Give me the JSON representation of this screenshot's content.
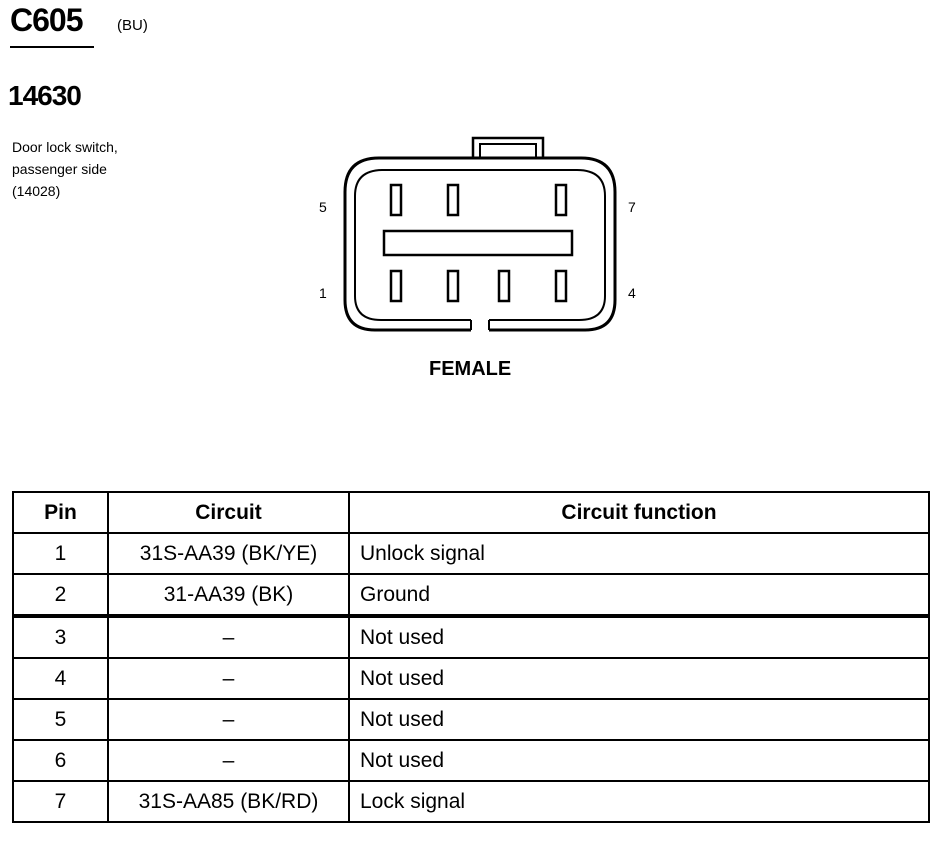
{
  "connector": {
    "id": "C605",
    "color": "(BU)",
    "part_number": "14630",
    "description": [
      "Door lock switch,",
      "passenger side",
      "(14028)"
    ],
    "view": "FEMALE",
    "pin_labels": {
      "top_left": "5",
      "top_right": "7",
      "bottom_left": "1",
      "bottom_right": "4"
    }
  },
  "table": {
    "headers": [
      "Pin",
      "Circuit",
      "Circuit function"
    ],
    "rows": [
      {
        "pin": "1",
        "circuit": "31S-AA39 (BK/YE)",
        "function": "Unlock signal"
      },
      {
        "pin": "2",
        "circuit": "31-AA39 (BK)",
        "function": "Ground"
      },
      {
        "pin": "3",
        "circuit": "–",
        "function": "Not used"
      },
      {
        "pin": "4",
        "circuit": "–",
        "function": "Not used"
      },
      {
        "pin": "5",
        "circuit": "–",
        "function": "Not used"
      },
      {
        "pin": "6",
        "circuit": "–",
        "function": "Not used"
      },
      {
        "pin": "7",
        "circuit": "31S-AA85 (BK/RD)",
        "function": "Lock signal"
      }
    ]
  }
}
